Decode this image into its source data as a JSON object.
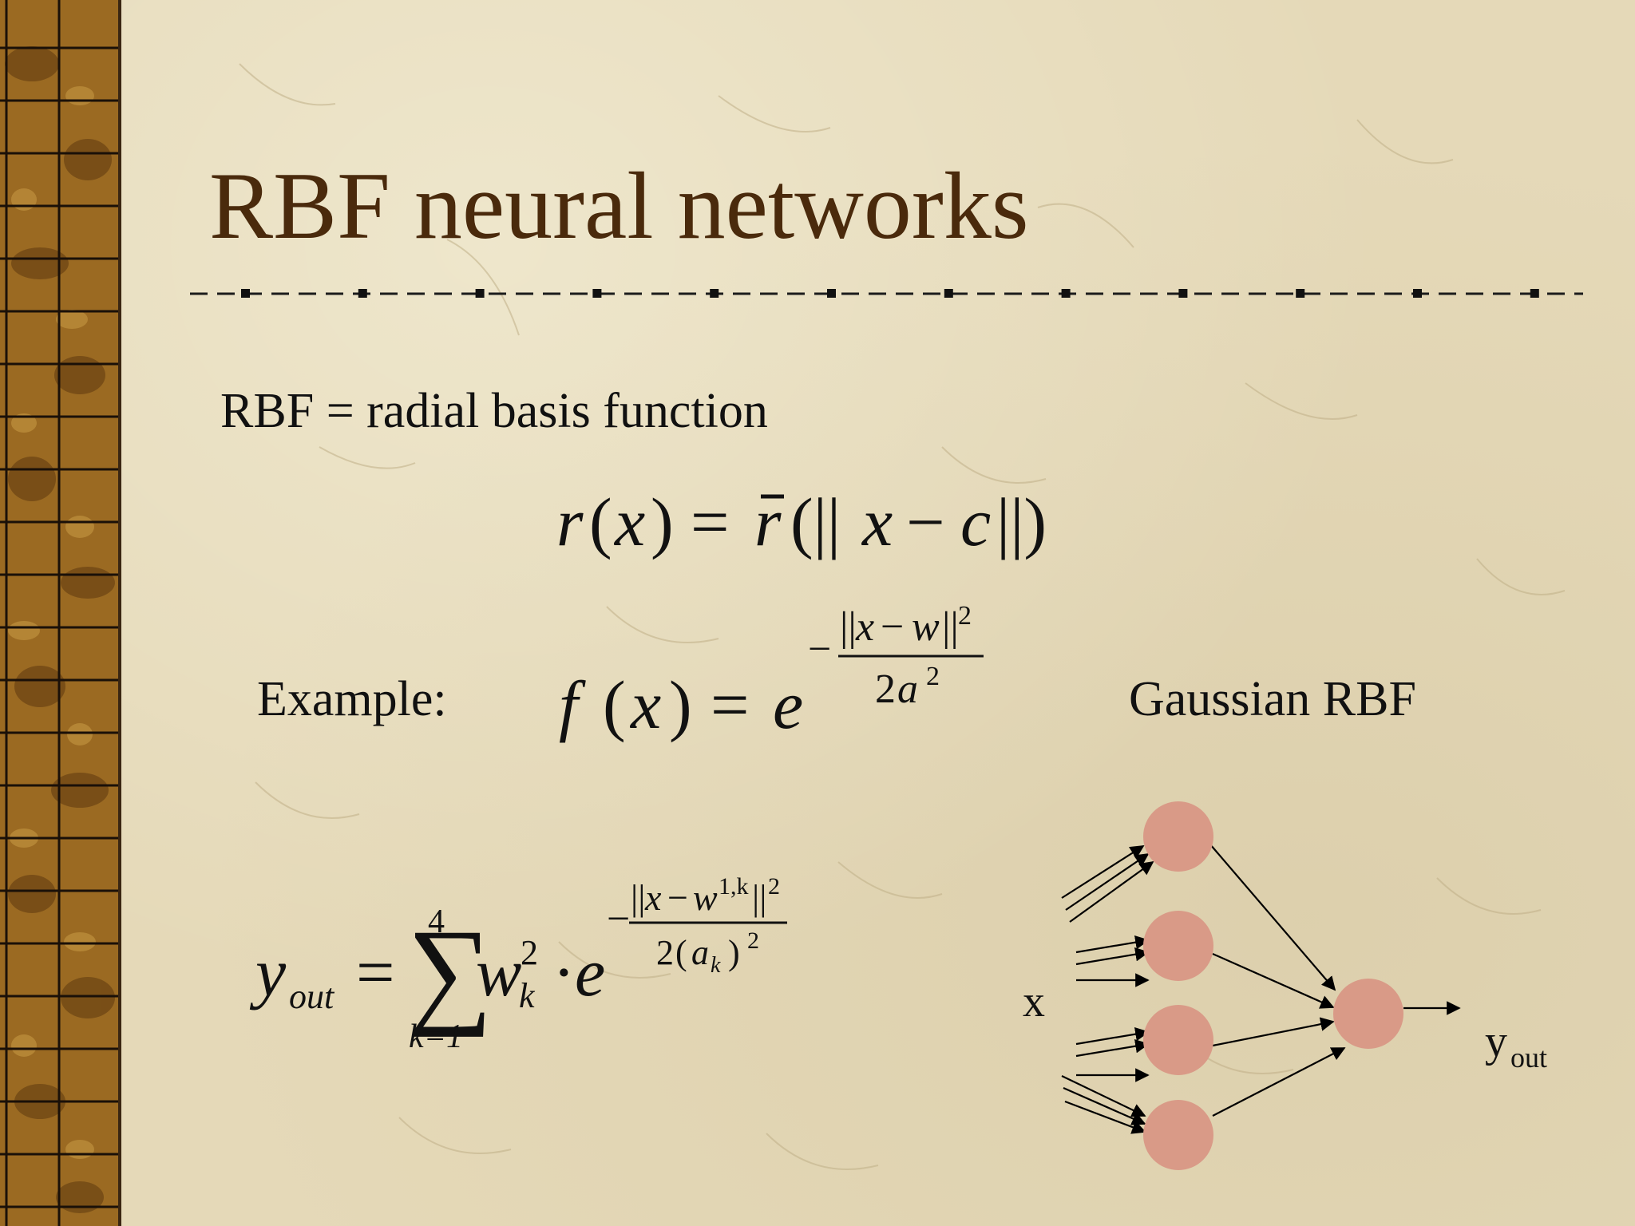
{
  "slide": {
    "title": "RBF neural networks",
    "definition": "RBF = radial basis function",
    "example_label": "Example:",
    "gaussian_label": "Gaussian RBF"
  },
  "equations": {
    "radial": {
      "lhs_r": "r",
      "lhs_open": "(",
      "lhs_x": "x",
      "lhs_close": ")",
      "equals": "=",
      "rbar": "r",
      "norm_open": "(||",
      "x": "x",
      "minus": "−",
      "c": "c",
      "norm_close": "||)"
    },
    "gaussian": {
      "f": "f",
      "open": "(",
      "x": "x",
      "close": ")",
      "equals": "=",
      "e": "e",
      "exp_minus": "−",
      "num_open": "||",
      "num_x": "x",
      "num_minus": "−",
      "num_w": "w",
      "num_close": "||",
      "num_power": "2",
      "den_2": "2",
      "den_a": "a",
      "den_power": "2"
    },
    "output": {
      "y": "y",
      "y_sub": "out",
      "equals": "=",
      "sum_symbol": "∑",
      "sum_upper": "4",
      "sum_lower": "k=1",
      "w": "w",
      "w_sup": "2",
      "w_sub": "k",
      "dot": "·",
      "e": "e",
      "exp_minus": "−",
      "num_open": "||",
      "num_x": "x",
      "num_minus": "−",
      "num_w": "w",
      "num_w_sup": "1,k",
      "num_close": "||",
      "num_power": "2",
      "den_2": "2",
      "den_open": "(",
      "den_a": "a",
      "den_a_sub": "k",
      "den_close": ")",
      "den_power": "2"
    }
  },
  "network": {
    "input_label": "x",
    "output_label": "y",
    "output_sub": "out",
    "hidden_node_count": 4,
    "output_node_count": 1,
    "node_color": "#d99a87"
  },
  "colors": {
    "title": "#4a2a0c",
    "background": "#e5d9b8",
    "sidebar": "#9b6a22"
  }
}
